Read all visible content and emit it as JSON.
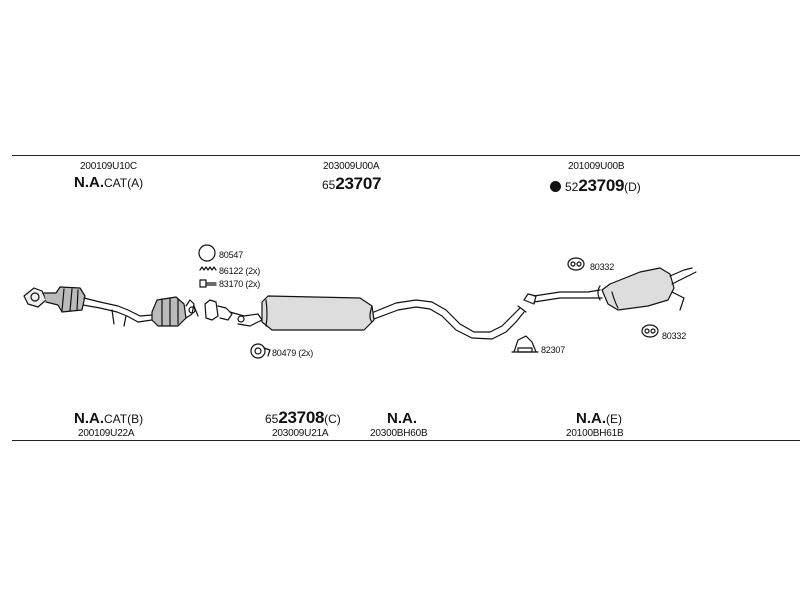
{
  "top": {
    "left": {
      "oem": "200109U10C",
      "prefix": "N.A.",
      "suffix": "CAT(A)"
    },
    "mid": {
      "oem": "203009U00A",
      "prefix": "65",
      "number": "23707",
      "suffix": ""
    },
    "right": {
      "oem": "201009U00B",
      "prefix": "52",
      "number": "23709",
      "suffix": "(D)",
      "marker": "filled-circle"
    }
  },
  "bottom": {
    "p1": {
      "prefix": "N.A.",
      "suffix": "CAT(B)",
      "oem": "200109U22A"
    },
    "p2": {
      "prefix": "65",
      "number": "23708",
      "suffix": "(C)",
      "oem": "203009U21A"
    },
    "p3": {
      "prefix": "N.A.",
      "suffix": "",
      "oem": "20300BH60B"
    },
    "p4": {
      "prefix": "N.A.",
      "suffix": "(E)",
      "oem": "20100BH61B"
    }
  },
  "accessories": {
    "a1": {
      "code": "80547",
      "icon": "ring-gasket-icon"
    },
    "a2": {
      "code": "86122 (2x)",
      "icon": "spring-icon"
    },
    "a3": {
      "code": "83170 (2x)",
      "icon": "bolt-icon"
    },
    "a4": {
      "code": "80479 (2x)",
      "icon": "clamp-icon"
    },
    "a5": {
      "code": "80332",
      "icon": "rubber-hanger-icon"
    },
    "a6": {
      "code": "82307",
      "icon": "u-clamp-icon"
    },
    "a7": {
      "code": "80332",
      "icon": "rubber-hanger-icon"
    }
  }
}
